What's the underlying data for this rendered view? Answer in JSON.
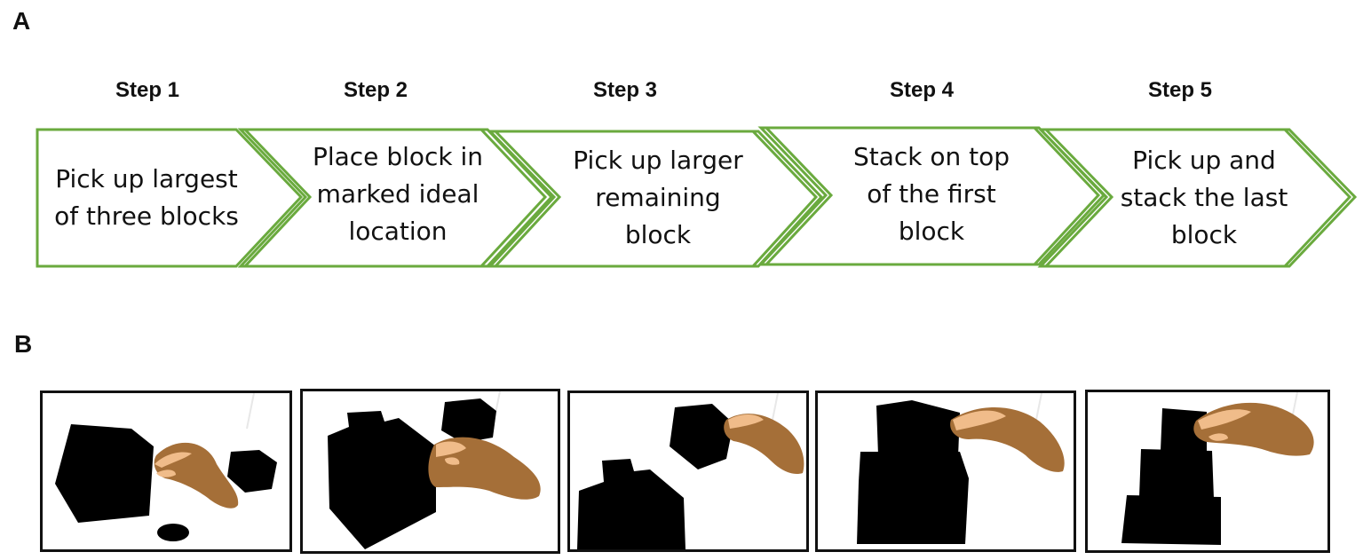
{
  "panel_a_label": "A",
  "panel_b_label": "B",
  "steps": [
    {
      "title": "Step 1",
      "text": "Pick up largest\nof three blocks"
    },
    {
      "title": "Step 2",
      "text": "Place block in\nmarked ideal\nlocation"
    },
    {
      "title": "Step 3",
      "text": "Pick up larger\nremaining\nblock"
    },
    {
      "title": "Step 4",
      "text": "Stack on top\nof the first\nblock"
    },
    {
      "title": "Step 5",
      "text": "Pick up and\nstack the last\nblock"
    }
  ],
  "colors": {
    "arrow_outline": "#6aaa3e",
    "block": "#000000",
    "hand_dark": "#a56f38",
    "hand_light": "#f0bc8a"
  }
}
